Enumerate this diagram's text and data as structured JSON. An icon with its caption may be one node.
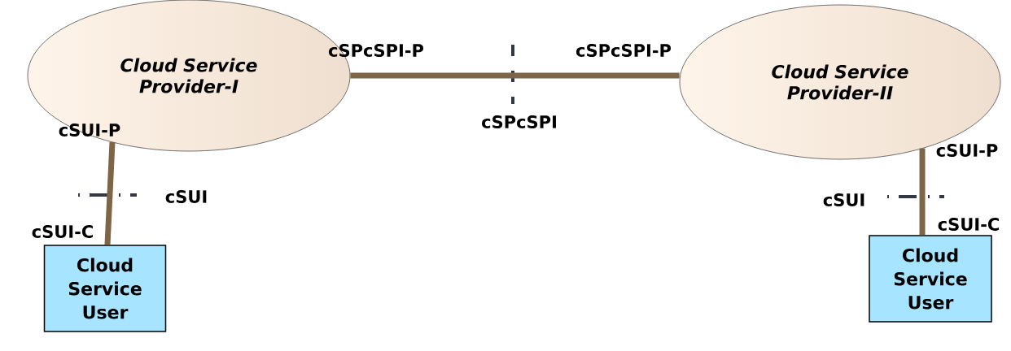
{
  "diagram": {
    "nodes": [
      {
        "text": [
          "Cloud Service Provider-I"
        ]
      },
      {
        "text": [
          "Cloud Service Provider-II"
        ]
      },
      {
        "text": [
          "Cloud Service User"
        ]
      },
      {
        "text": [
          "Cloud Service User"
        ]
      }
    ],
    "edges": [
      {
        "from": 0,
        "to": 1,
        "arrow": "none"
      },
      {
        "from": 0,
        "to": 2,
        "arrow": "none"
      },
      {
        "from": 1,
        "to": 3,
        "arrow": "none"
      }
    ],
    "labels": [
      "cSPcSPI-P",
      "cSPcSPI-P",
      "cSPcSPI",
      "cSUI-P",
      "cSUI-P",
      "cSUI",
      "cSUI",
      "cSUI-C",
      "cSUI-C"
    ]
  }
}
